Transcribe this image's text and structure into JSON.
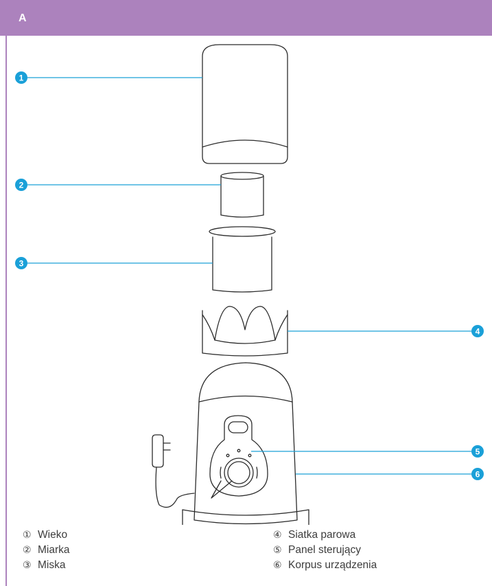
{
  "panel": {
    "label": "A"
  },
  "callouts": [
    "1",
    "2",
    "3",
    "4",
    "5",
    "6"
  ],
  "legend": {
    "left": [
      {
        "num": "①",
        "text": "Wieko"
      },
      {
        "num": "②",
        "text": "Miarka"
      },
      {
        "num": "③",
        "text": "Miska"
      }
    ],
    "right": [
      {
        "num": "④",
        "text": "Siatka parowa"
      },
      {
        "num": "⑤",
        "text": "Panel sterujący"
      },
      {
        "num": "⑥",
        "text": "Korpus urządzenia"
      }
    ]
  },
  "colors": {
    "accent": "#ac82bd",
    "callout": "#1aa0d8",
    "line": "#2b2b2b"
  }
}
